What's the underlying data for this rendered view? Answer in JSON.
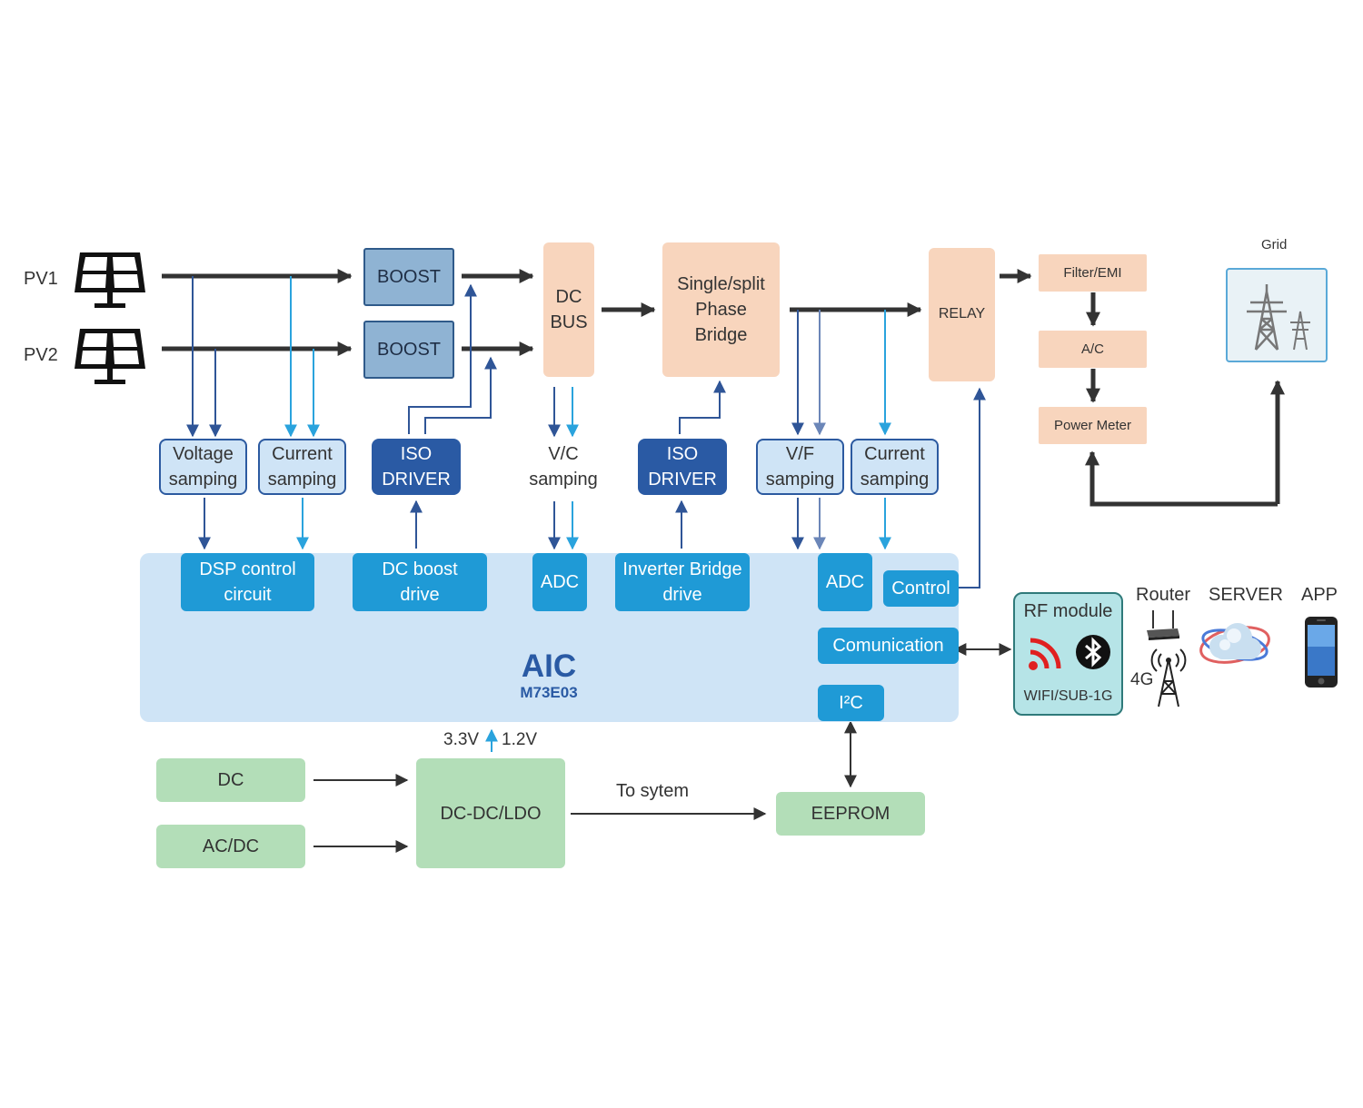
{
  "inputs": {
    "pv1": "PV1",
    "pv2": "PV2"
  },
  "power_stage": {
    "boost1": "BOOST",
    "boost2": "BOOST",
    "dc_bus": "DC\nBUS",
    "bridge": "Single/split\nPhase\nBridge",
    "relay": "RELAY"
  },
  "grid_side": {
    "filter": "Filter/EMI",
    "ac": "A/C",
    "power_meter": "Power Meter",
    "grid_label": "Grid",
    "grid_icon": "power-transmission-tower-icon"
  },
  "sensing": {
    "voltage_sampling": "Voltage\nsamping",
    "current_sampling_pv": "Current\nsamping",
    "iso_driver_1": "ISO\nDRIVER",
    "vc_sampling": "V/C\nsamping",
    "iso_driver_2": "ISO\nDRIVER",
    "vf_sampling": "V/F\nsamping",
    "current_sampling_out": "Current\nsamping"
  },
  "mcu": {
    "dsp": "DSP control\ncircuit",
    "dc_boost_drive": "DC boost\ndrive",
    "adc1": "ADC",
    "inverter_drive": "Inverter Bridge\ndrive",
    "adc2": "ADC",
    "control": "Control",
    "communication": "Comunication",
    "i2c": "I²C",
    "chip_name": "AIC",
    "chip_model": "M73E03"
  },
  "power_supply": {
    "dc": "DC",
    "acdc": "AC/DC",
    "dcdc": "DC-DC/LDO",
    "eeprom": "EEPROM",
    "rail_3v3": "3.3V",
    "rail_1v2": "1.2V",
    "to_system": "To sytem"
  },
  "connectivity": {
    "rf_module": "RF module",
    "rf_protocols": "WIFI/SUB-1G",
    "router": "Router",
    "server": "SERVER",
    "app": "APP",
    "cellular": "4G"
  },
  "colors": {
    "arrow_dark": "#333333",
    "arrow_blue_dark": "#2f5597",
    "arrow_blue_light": "#2aa3dd",
    "mcu_panel": "#cfe4f6",
    "peach": "#f8d5bd",
    "green": "#b3deb8"
  }
}
